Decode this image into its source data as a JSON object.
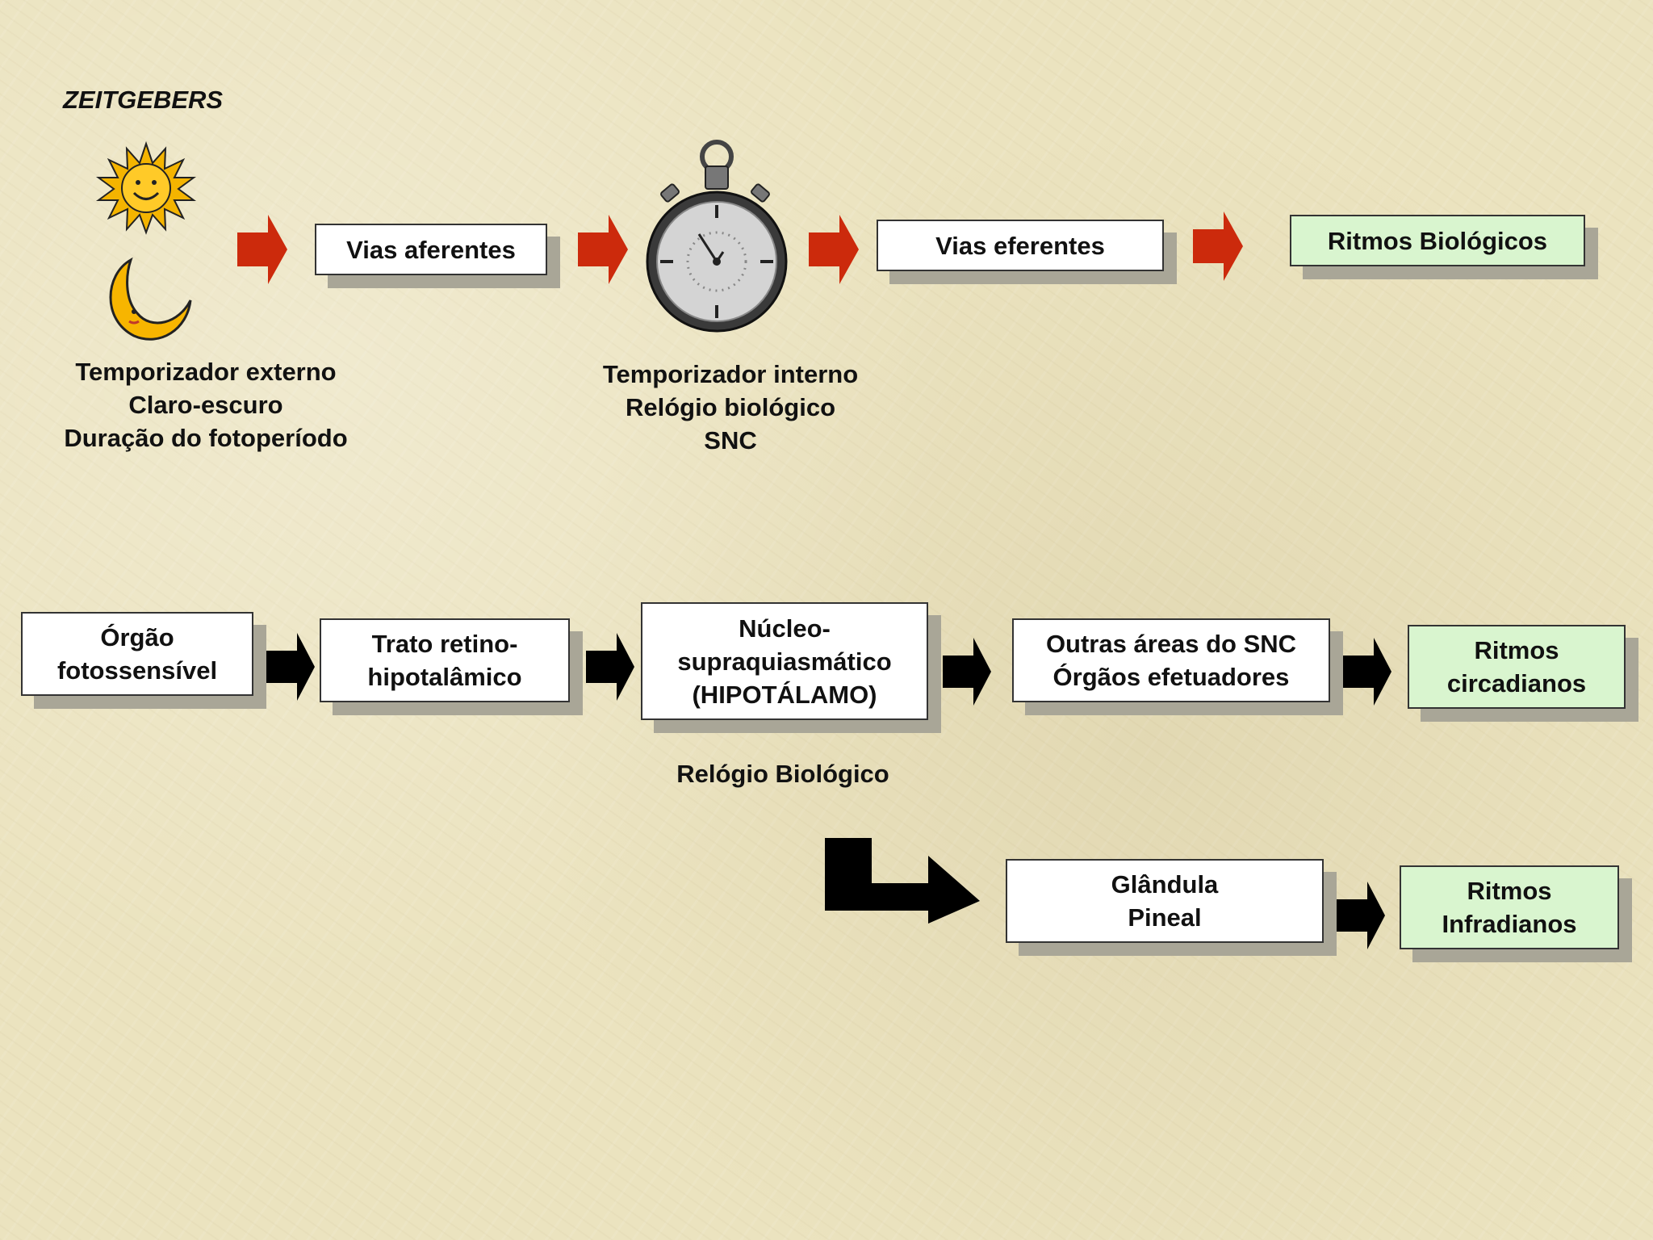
{
  "title": "ZEITGEBERS",
  "top_row": {
    "box_afferent": "Vias aferentes",
    "box_efferent": "Vias eferentes",
    "box_rhythms": "Ritmos Biológicos",
    "caption_external": "Temporizador externo\nClaro-escuro\nDuração do fotoperíodo",
    "caption_internal": "Temporizador interno\nRelógio biológico\nSNC"
  },
  "middle_row": {
    "box_organ": "Órgão\nfotossensível",
    "box_tract": "Trato retino-\nhipotalâmico",
    "box_nucleus": "Núcleo-\nsupraquiasmático\n(HIPOTÁLAMO)",
    "box_other_areas": "Outras áreas do SNC\nÓrgãos efetuadores",
    "box_circadian": "Ritmos\ncircadianos",
    "caption_clock": "Relógio Biológico"
  },
  "bottom_row": {
    "box_pineal": "Glândula\nPineal",
    "box_infradian": "Ritmos\nInfradianos"
  },
  "colors": {
    "background": "#ebe3bf",
    "arrow_red": "#cc2a0c",
    "arrow_black": "#000000",
    "result_box": "#d9f5cf",
    "box_shadow": "#a9a697"
  },
  "icons": [
    "sun-icon",
    "moon-icon",
    "stopwatch-icon"
  ]
}
